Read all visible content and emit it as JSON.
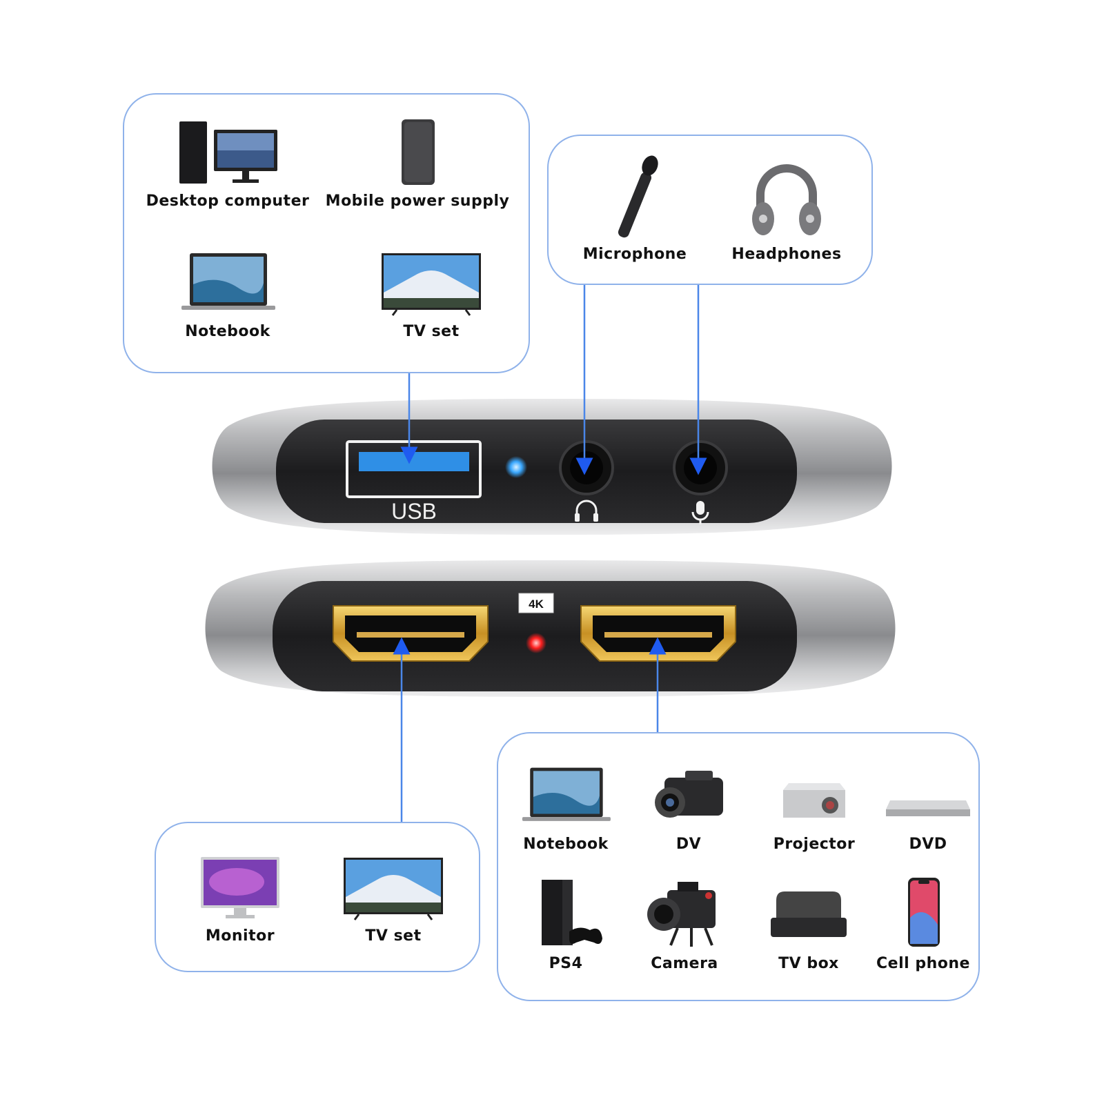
{
  "top_left_panel": {
    "items": [
      {
        "label": "Desktop computer",
        "icon": "desktop-computer-icon"
      },
      {
        "label": "Mobile power supply",
        "icon": "power-bank-icon"
      },
      {
        "label": "Notebook",
        "icon": "laptop-icon"
      },
      {
        "label": "TV set",
        "icon": "tv-icon"
      }
    ]
  },
  "top_right_panel": {
    "items": [
      {
        "label": "Microphone",
        "icon": "microphone-icon"
      },
      {
        "label": "Headphones",
        "icon": "headphones-icon"
      }
    ]
  },
  "bottom_left_panel": {
    "items": [
      {
        "label": "Monitor",
        "icon": "monitor-icon"
      },
      {
        "label": "TV set",
        "icon": "tv-icon"
      }
    ]
  },
  "bottom_right_panel": {
    "items": [
      {
        "label": "Notebook",
        "icon": "laptop-icon"
      },
      {
        "label": "DV",
        "icon": "camcorder-icon"
      },
      {
        "label": "Projector",
        "icon": "projector-icon"
      },
      {
        "label": "DVD",
        "icon": "dvd-player-icon"
      },
      {
        "label": "PS4",
        "icon": "game-console-icon"
      },
      {
        "label": "Camera",
        "icon": "video-camera-icon"
      },
      {
        "label": "TV box",
        "icon": "tv-box-icon"
      },
      {
        "label": "Cell phone",
        "icon": "cell-phone-icon"
      }
    ]
  },
  "device": {
    "usb_label": "USB",
    "badge_4k": "4K",
    "colors": {
      "connector_line": "#4a86e8",
      "arrow": "#1f5bf0",
      "usb_port": "#2f8fe6",
      "led_blue": "#3aa8ff",
      "led_red": "#ff2020",
      "hdmi_gold": "#d9a93a",
      "panel_border": "#8fb2ea"
    }
  }
}
